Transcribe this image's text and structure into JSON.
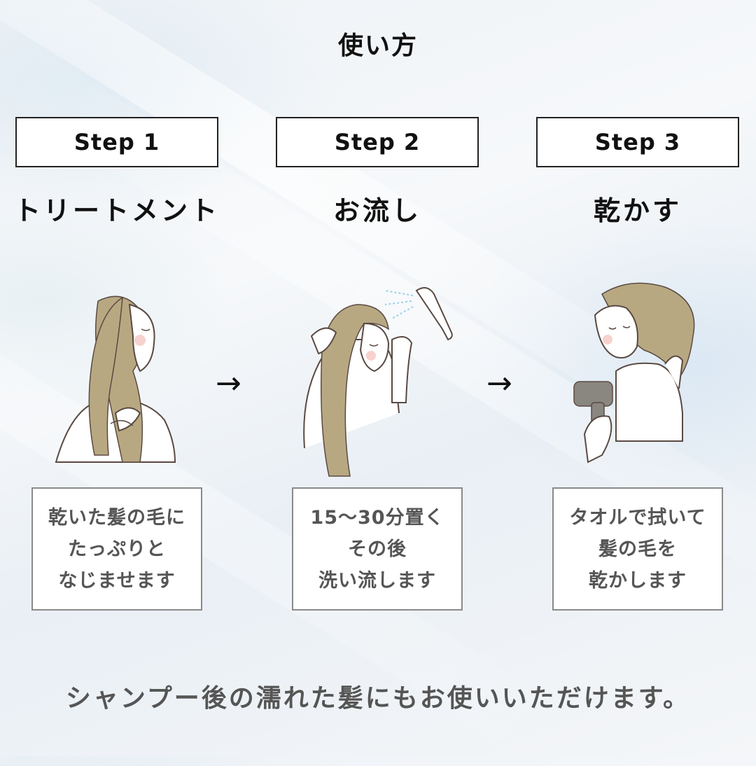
{
  "title": "使い方",
  "arrow_glyph": "→",
  "steps": [
    {
      "label": "Step 1",
      "name": "トリートメント",
      "desc": [
        "乾いた髪の毛に",
        "たっぷりと",
        "なじませます"
      ]
    },
    {
      "label": "Step 2",
      "name": "お流し",
      "desc": [
        "15〜30分置く",
        "その後",
        "洗い流します"
      ]
    },
    {
      "label": "Step 3",
      "name": "乾かす",
      "desc": [
        "タオルで拭いて",
        "髪の毛を",
        "乾かします"
      ]
    }
  ],
  "footer": "シャンプー後の濡れた髪にもお使いいただけます。",
  "colors": {
    "hair": "#b8a882",
    "line": "#5a4a42",
    "skin": "#ffffff",
    "cheek": "#f5c6c0",
    "water": "#9dd0e8",
    "text_gray": "#555555"
  },
  "illustrations": [
    "woman-applying-treatment",
    "woman-rinsing-with-shower",
    "woman-drying-hair-with-dryer"
  ]
}
